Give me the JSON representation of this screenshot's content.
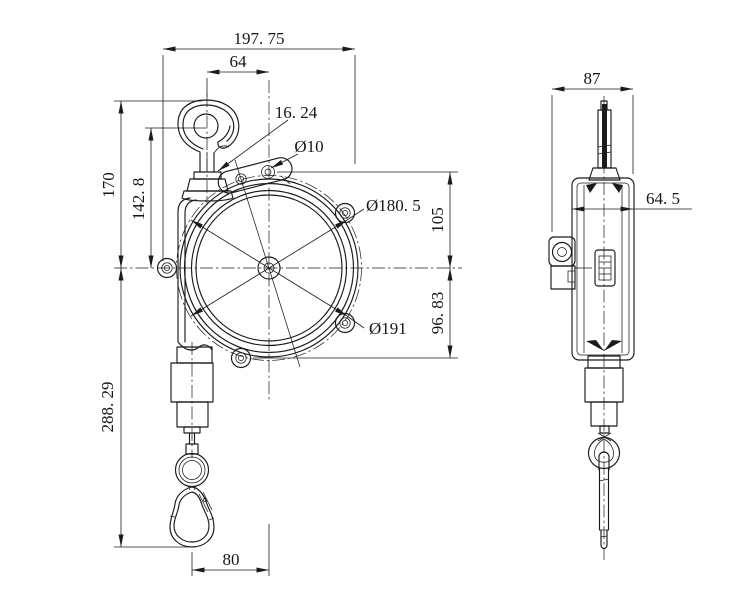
{
  "front": {
    "dims": {
      "total_width": "197. 75",
      "hook_offset": "64",
      "shank": "16. 24",
      "hole": "Ø10",
      "hook_top_height": "170",
      "hook_eye_height": "142. 8",
      "flange_dia": "Ø180. 5",
      "top_hole_height": "105",
      "bolt_circle": "Ø191",
      "bottom_hole_height": "96. 83",
      "extension": "288. 29",
      "cable_offset": "80"
    }
  },
  "side": {
    "dims": {
      "total_depth": "87",
      "body_depth": "64. 5"
    }
  }
}
